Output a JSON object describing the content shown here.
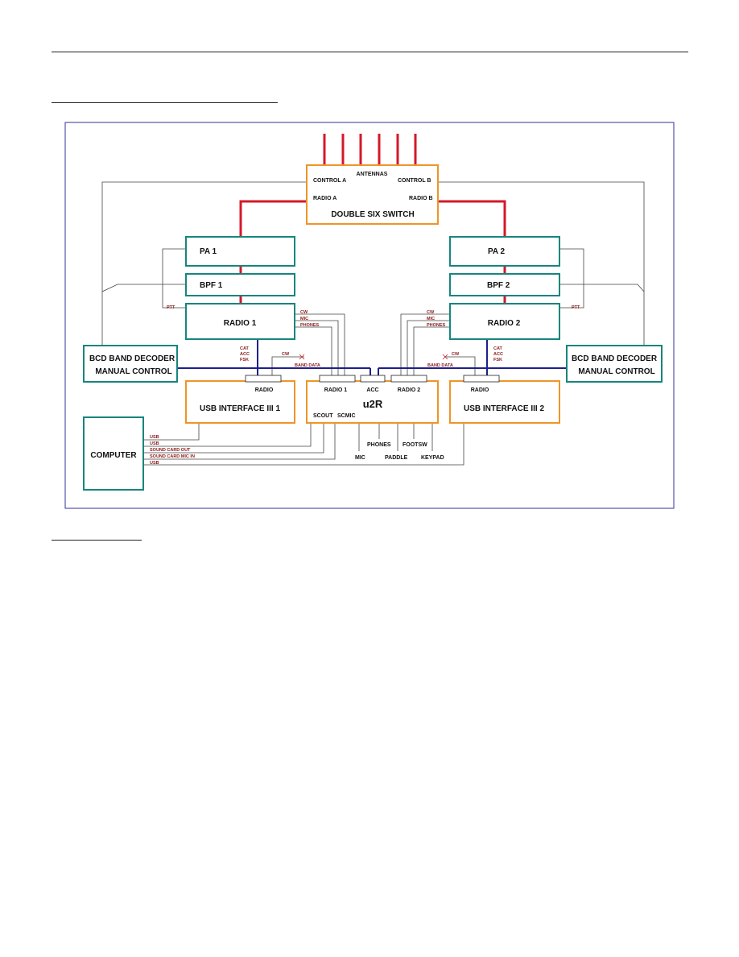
{
  "diagram": {
    "switch": {
      "name": "DOUBLE SIX SWITCH",
      "antennas": "ANTENNAS",
      "control_a": "CONTROL A",
      "control_b": "CONTROL B",
      "radio_a": "RADIO A",
      "radio_b": "RADIO B"
    },
    "pa1": "PA 1",
    "pa2": "PA 2",
    "bpf1": "BPF 1",
    "bpf2": "BPF 2",
    "radio1": "RADIO 1",
    "radio2": "RADIO 2",
    "bcd_left": {
      "line1": "BCD BAND DECODER",
      "line2": "MANUAL CONTROL"
    },
    "bcd_right": {
      "line1": "BCD BAND DECODER",
      "line2": "MANUAL CONTROL"
    },
    "usb_if1": {
      "name": "USB INTERFACE III 1",
      "port": "RADIO"
    },
    "usb_if2": {
      "name": "USB INTERFACE III 2",
      "port": "RADIO"
    },
    "u2r": {
      "name": "u2R",
      "port_radio1": "RADIO 1",
      "port_acc": "ACC",
      "port_radio2": "RADIO 2",
      "scout": "SCOUT",
      "scmic": "SCMIC"
    },
    "computer": "COMPUTER",
    "signals": {
      "ptt": "PTT",
      "cw": "CW",
      "mic": "MIC",
      "phones": "PHONES",
      "cat": "CAT",
      "acc": "ACC",
      "fsk": "FSK",
      "band_data": "BAND DATA",
      "usb": "USB",
      "sound_card_out": "SOUND CARD OUT",
      "sound_card_mic_in": "SOUND CARD MIC IN"
    },
    "peripherals": {
      "phones": "PHONES",
      "footsw": "FOOTSW",
      "mic": "MIC",
      "paddle": "PADDLE",
      "keypad": "KEYPAD"
    }
  },
  "colors": {
    "rf": "#d4182a",
    "band_bus": "#1f1f8a",
    "teal_box": "#17857d",
    "orange_box": "#ee9528",
    "frame": "#30309a",
    "signal_text": "#8b1a1a"
  }
}
